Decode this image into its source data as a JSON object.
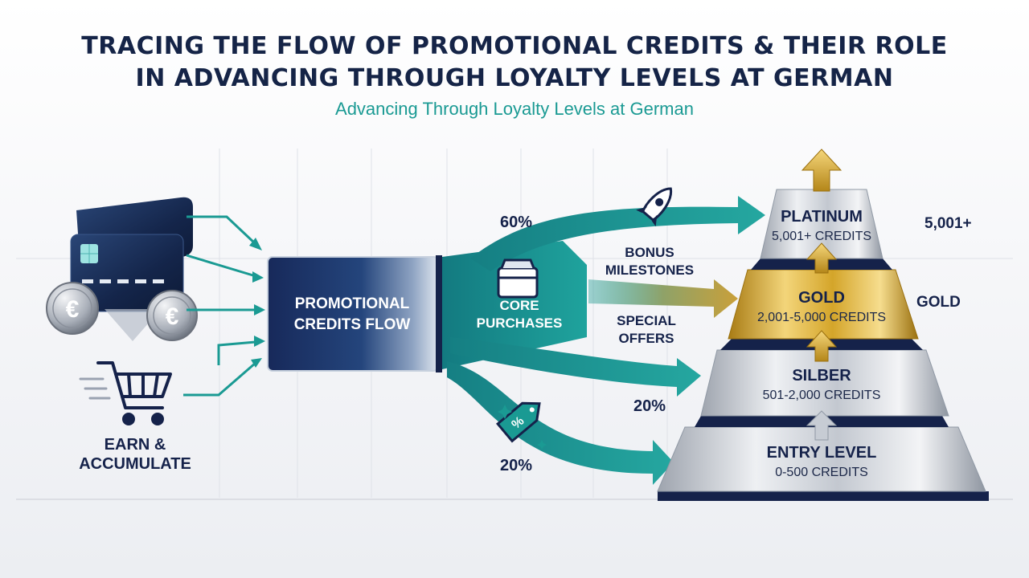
{
  "title": {
    "line1": "TRACING THE FLOW OF PROMOTIONAL CREDITS & THEIR ROLE",
    "line2": "IN ADVANCING THROUGH LOYALTY LEVELS AT GERMAN"
  },
  "subtitle": "Advancing Through Loyalty Levels at German",
  "left": {
    "label_line1": "EARN &",
    "label_line2": "ACCUMULATE",
    "coin_symbol": "€"
  },
  "center": {
    "line1": "PROMOTIONAL",
    "line2": "CREDITS FLOW"
  },
  "flows": {
    "pct_top": "60%",
    "pct_mid": "20%",
    "pct_bottom": "20%",
    "core_line1": "CORE",
    "core_line2": "PURCHASES",
    "bonus_line1": "BONUS",
    "bonus_line2": "MILESTONES",
    "special_line1": "SPECIAL",
    "special_line2": "OFFERS"
  },
  "tiers": [
    {
      "name": "PLATINUM",
      "credits": "5,001+ CREDITS",
      "side_label": "5,001+"
    },
    {
      "name": "GOLD",
      "credits": "2,001-5,000 CREDITS",
      "side_label": "GOLD"
    },
    {
      "name": "SILBER",
      "credits": "501-2,000 CREDITS"
    },
    {
      "name": "ENTRY LEVEL",
      "credits": "0-500 CREDITS"
    }
  ],
  "colors": {
    "navy": "#15224a",
    "teal": "#1a9a93",
    "gold": "#d4a52a",
    "silver": "#c9ced6"
  }
}
